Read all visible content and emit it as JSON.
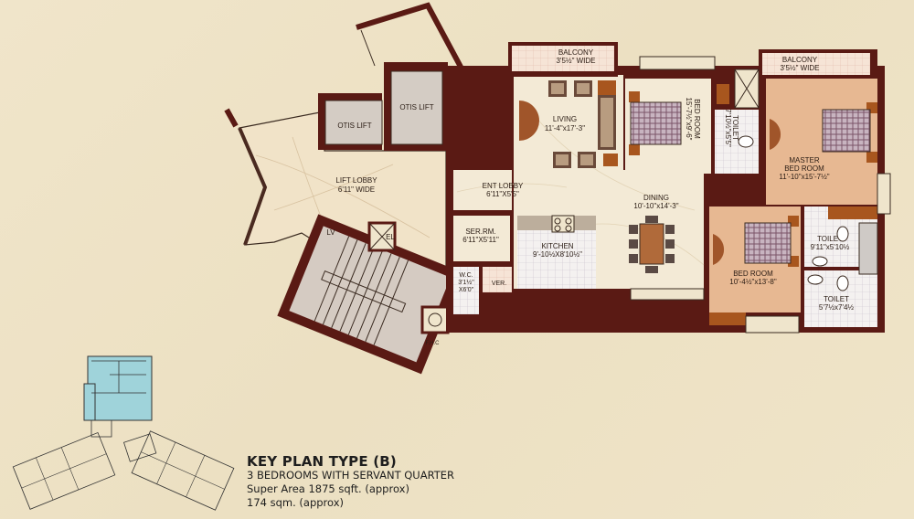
{
  "plan": {
    "title": "KEY PLAN TYPE (B)",
    "subtitle": "3 BEDROOMS WITH SERVANT QUARTER",
    "super_area": "Super Area 1875 sqft. (approx)",
    "area_sqm": "174 sqm. (approx)"
  },
  "rooms": {
    "balcony_1": {
      "name": "BALCONY",
      "size": "3'5½\" WIDE"
    },
    "balcony_2": {
      "name": "BALCONY",
      "size": "3'5½\" WIDE"
    },
    "living": {
      "name": "LIVING",
      "size": "11'-4\"x17'-3\""
    },
    "bedroom_1": {
      "name": "BED ROOM",
      "size": "15'-7½\"x9'-6\""
    },
    "toilet_1": {
      "name": "TOILET",
      "size": "7'10½\"x5'5\""
    },
    "master_bedroom": {
      "name": "MASTER",
      "name2": "BED ROOM",
      "size": "11'-10\"x15'-7½\""
    },
    "lift_1": {
      "name": "OTIS LIFT"
    },
    "lift_2": {
      "name": "OTIS LIFT"
    },
    "lift_lobby": {
      "name": "LIFT LOBBY",
      "size": "6'11\" WIDE"
    },
    "ent_lobby": {
      "name": "ENT LOBBY",
      "size": "6'11\"X5'5\""
    },
    "dining": {
      "name": "DINING",
      "size": "10'-10\"x14'-3\""
    },
    "ser_room": {
      "name": "SER.RM.",
      "size": "6'11\"X5'11\""
    },
    "kitchen": {
      "name": "KITCHEN",
      "size": "9'-10½X8'10½\""
    },
    "wc": {
      "name": "W.C.",
      "size": "3'1½\"",
      "size2": "X6'0\""
    },
    "ver": {
      "name": "VER."
    },
    "bedroom_2": {
      "name": "BED ROOM",
      "size": "10'-4½\"x13'-8\""
    },
    "toilet_2": {
      "name": "TOILET",
      "size": "9'11\"x5'10½"
    },
    "toilet_3": {
      "name": "TOILET",
      "size": "5'7½x7'4½"
    },
    "lv": {
      "name": "LV"
    },
    "el": {
      "name": "EL"
    },
    "fhc": {
      "name": "F.H.C"
    }
  },
  "colors": {
    "background": "#efe3c6",
    "wall": "#5a1a14",
    "floor_marble": "#f3ead6",
    "bedroom_wood": "#e7b892",
    "lift": "#d4ccc4",
    "key_highlight": "#9fd3da"
  }
}
